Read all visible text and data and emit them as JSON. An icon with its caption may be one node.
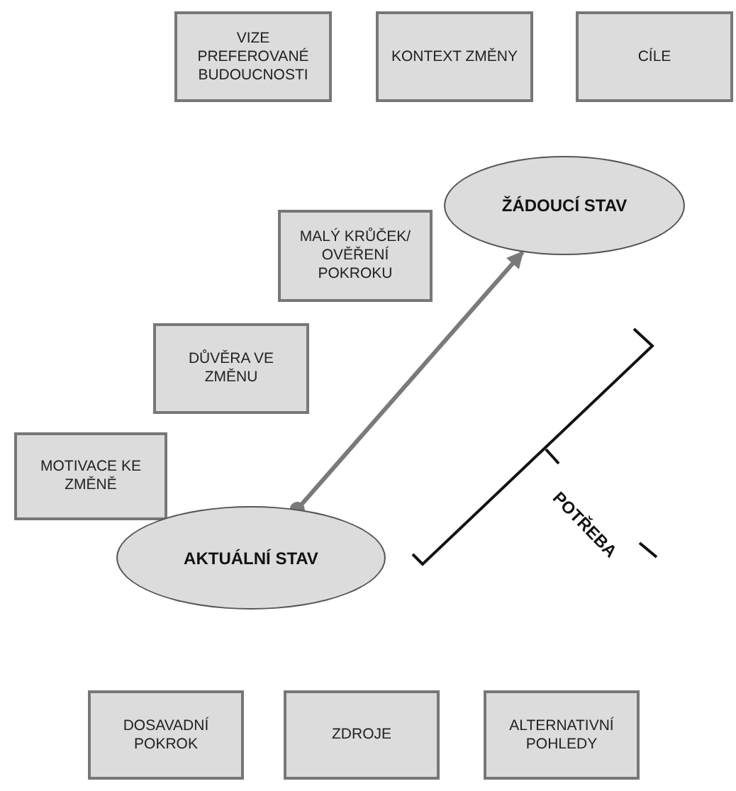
{
  "diagram": {
    "nodes": [
      {
        "text": [
          "VIZE PREFEROVANÉ BUDOUCNOSTI"
        ]
      },
      {
        "text": [
          "KONTEXT ZMĚNY"
        ]
      },
      {
        "text": [
          "CÍLE"
        ]
      },
      {
        "text": [
          "ŽÁDOUCÍ STAV"
        ]
      },
      {
        "text": [
          "MALÝ KRŮČEK/ OVĚŘENÍ POKROKU"
        ]
      },
      {
        "text": [
          "DŮVĚRA VE ZMĚNU"
        ]
      },
      {
        "text": [
          "MOTIVACE KE ZMĚNĚ"
        ]
      },
      {
        "text": [
          "AKTUÁLNÍ STAV"
        ]
      },
      {
        "text": [
          "DOSAVADNÍ POKROK"
        ]
      },
      {
        "text": [
          "ZDROJE"
        ]
      },
      {
        "text": [
          "ALTERNATIVNÍ POHLEDY"
        ]
      }
    ],
    "edges": [
      {
        "from": 7,
        "to": 3,
        "arrow": "to"
      }
    ],
    "labels": [
      "POTŘEBA"
    ]
  }
}
